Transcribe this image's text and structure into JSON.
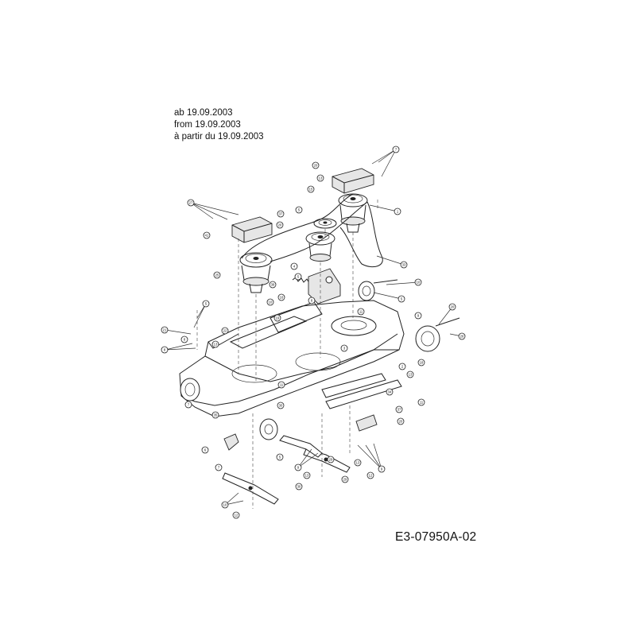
{
  "validity": {
    "de": "ab 19.09.2003",
    "en": "from 19.09.2003",
    "fr": "à partir du 19.09.2003"
  },
  "drawing_code": "E3-07950A-02",
  "callouts": [
    "7",
    "20",
    "13",
    "15",
    "1",
    "27",
    "41",
    "5",
    "37",
    "20",
    "33",
    "25",
    "4",
    "5",
    "38",
    "10",
    "16",
    "8",
    "5",
    "10",
    "5",
    "20",
    "9",
    "21",
    "26",
    "22",
    "19",
    "13",
    "8",
    "2",
    "18",
    "13",
    "34",
    "11",
    "7",
    "30",
    "35",
    "6",
    "5",
    "7",
    "9",
    "13",
    "29",
    "30",
    "12",
    "10",
    "3",
    "12",
    "8",
    "9",
    "13",
    "29",
    "11",
    "20",
    "37",
    "11"
  ]
}
